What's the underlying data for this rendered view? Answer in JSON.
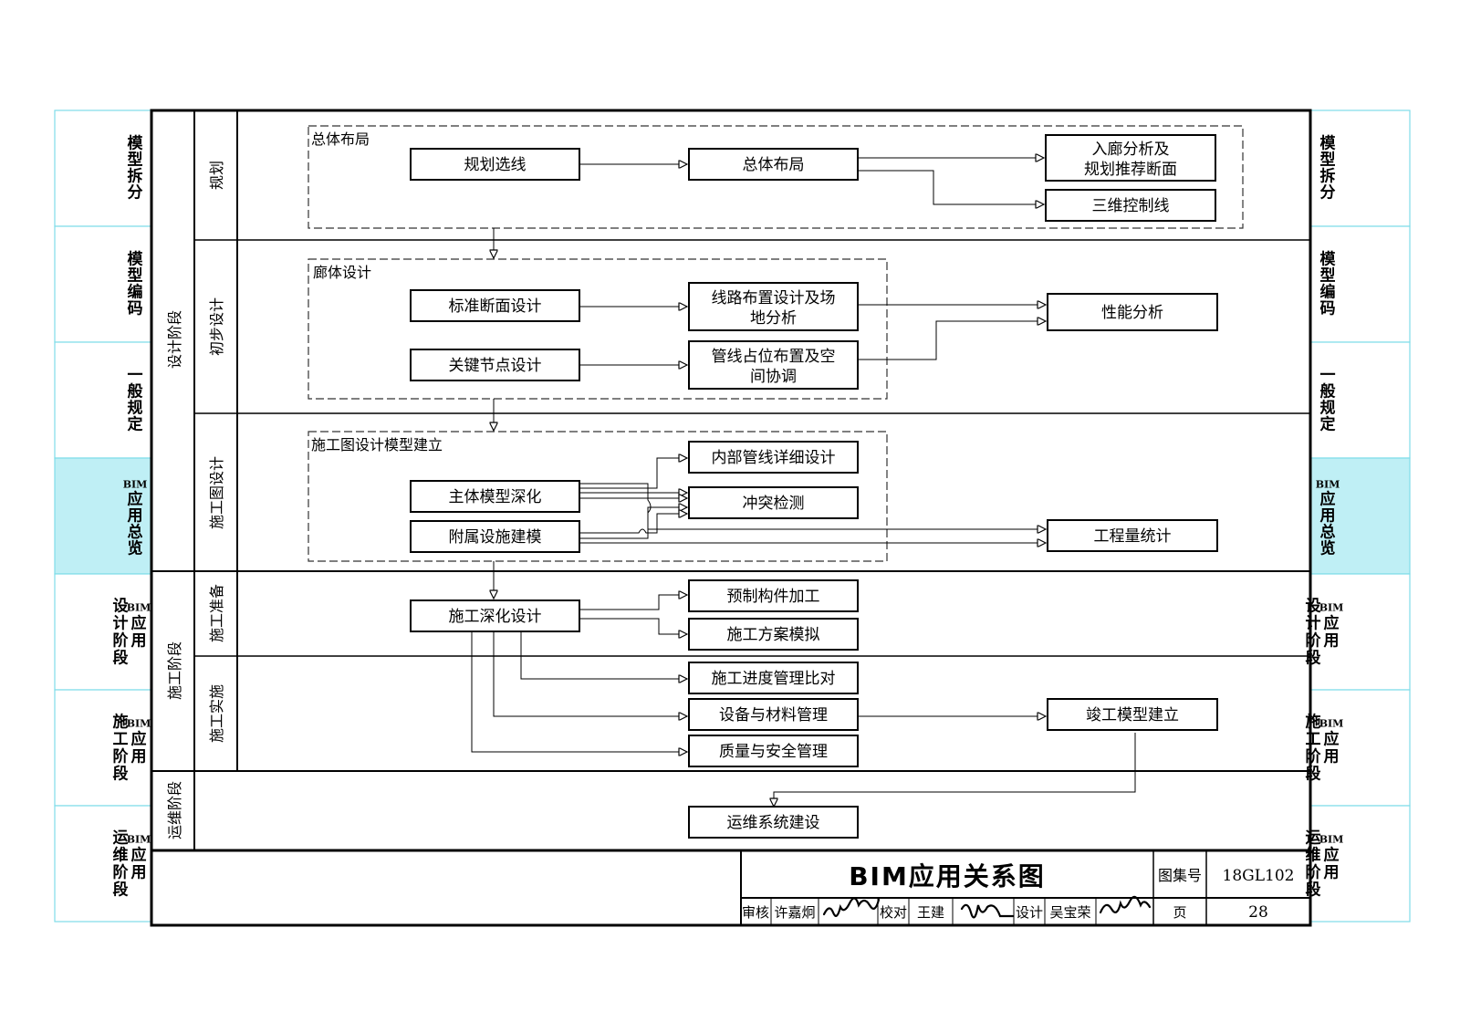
{
  "side_tabs": {
    "left": [
      {
        "label": "模型拆分",
        "active": false
      },
      {
        "label": "模型编码",
        "active": false
      },
      {
        "label": "一般规定",
        "active": false
      },
      {
        "label": "BIM应用总览",
        "active": true
      },
      {
        "label": "设计BIM应用阶段",
        "active": false
      },
      {
        "label": "施工BIM应用阶段",
        "active": false
      },
      {
        "label": "运维BIM应用阶段",
        "active": false
      }
    ],
    "right": [
      {
        "label": "模型拆分",
        "active": false
      },
      {
        "label": "模型编码",
        "active": false
      },
      {
        "label": "一般规定",
        "active": false
      },
      {
        "label": "BIM应用总览",
        "active": true
      },
      {
        "label": "设计BIM应用阶段",
        "active": false
      },
      {
        "label": "施工BIM应用阶段",
        "active": false
      },
      {
        "label": "运维BIM应用阶段",
        "active": false
      }
    ],
    "active_color": "#bfeff5",
    "border_color": "#7fdde8"
  },
  "phases": {
    "design": "设计阶段",
    "construction": "施工阶段",
    "operation": "运维阶段"
  },
  "subphases": {
    "planning": "规划",
    "preliminary": "初步设计",
    "construction_drawing": "施工图设计",
    "construction_prep": "施工准备",
    "construction_exec": "施工实施"
  },
  "groups": {
    "overall_layout": "总体布局",
    "corridor_design": "廊体设计",
    "drawing_model": "施工图设计模型建立"
  },
  "nodes": {
    "route_selection": "规划选线",
    "overall_layout": "总体布局",
    "entry_analysis": "入廊分析及规划推荐断面",
    "control_line_3d": "三维控制线",
    "standard_section": "标准断面设计",
    "route_layout": "线路布置设计及场地分析",
    "performance": "性能分析",
    "key_node": "关键节点设计",
    "pipeline_space": "管线占位布置及空间协调",
    "internal_pipeline": "内部管线详细设计",
    "main_model": "主体模型深化",
    "clash": "冲突检测",
    "auxiliary": "附属设施建模",
    "quantity": "工程量统计",
    "construction_detail": "施工深化设计",
    "prefab": "预制构件加工",
    "scheme_sim": "施工方案模拟",
    "progress": "施工进度管理比对",
    "equipment": "设备与材料管理",
    "asbuilt": "竣工模型建立",
    "quality": "质量与安全管理",
    "om_system": "运维系统建设"
  },
  "title_block": {
    "title": "BIM应用关系图",
    "atlas_label": "图集号",
    "atlas_no": "18GL102",
    "review_label": "审核",
    "reviewer": "许嘉炯",
    "check_label": "校对",
    "checker": "王建",
    "design_label": "设计",
    "designer": "吴宝荣",
    "page_label": "页",
    "page_no": "28"
  }
}
